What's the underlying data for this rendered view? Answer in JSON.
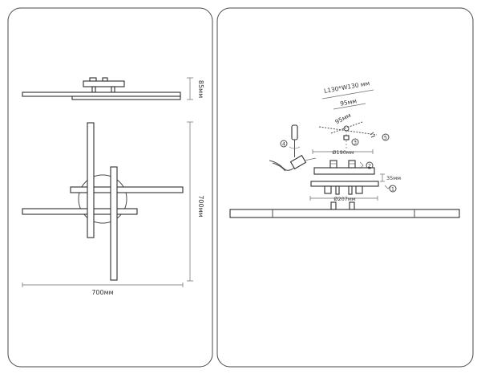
{
  "left_panel": {
    "height_label": "85мм",
    "length_label": "700мм",
    "width_label": "700мм"
  },
  "right_panel": {
    "size_label": "L130*W130 мм",
    "offset_label_1": "95мм",
    "offset_label_2": "95мм",
    "diameter_top_label": "Ø190мм",
    "gap_label": "35мм",
    "diameter_bottom_label": "Ø207мм",
    "step_numbers": [
      "1",
      "2",
      "3",
      "4",
      "5"
    ]
  }
}
